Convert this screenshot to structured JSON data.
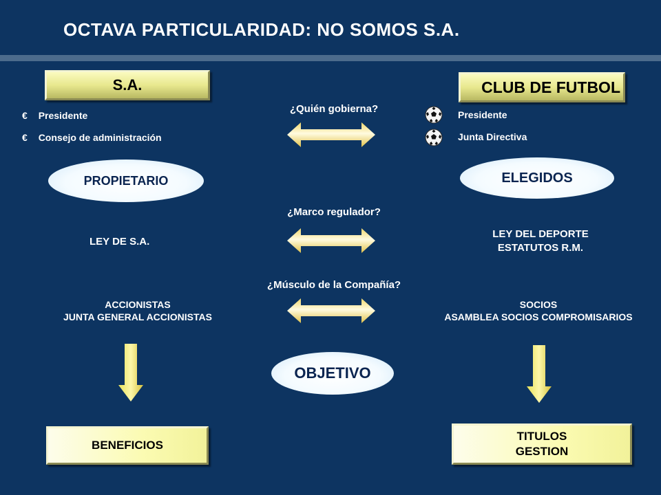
{
  "title": "OCTAVA PARTICULARIDAD: NO SOMOS S.A.",
  "left": {
    "header": "S.A.",
    "items": [
      {
        "bullet": "€",
        "label": "Presidente"
      },
      {
        "bullet": "€",
        "label": "Consejo de administración"
      }
    ],
    "ownership": "PROPIETARIO",
    "regulation": "LEY DE S.A.",
    "muscle_line1": "ACCIONISTAS",
    "muscle_line2": "JUNTA  GENERAL ACCIONISTAS",
    "outcome": "BENEFICIOS"
  },
  "right": {
    "header": "CLUB DE FUTBOL",
    "items": [
      {
        "icon": "soccer-ball-icon",
        "label": "Presidente"
      },
      {
        "icon": "soccer-ball-icon",
        "label": "Junta Directiva"
      }
    ],
    "ownership": "ELEGIDOS",
    "regulation_line1": "LEY DEL DEPORTE",
    "regulation_line2": "ESTATUTOS R.M.",
    "muscle_line1": "SOCIOS",
    "muscle_line2": "ASAMBLEA  SOCIOS COMPROMISARIOS",
    "outcome_line1": "TITULOS",
    "outcome_line2": "GESTION"
  },
  "questions": {
    "governance": "¿Quién gobierna?",
    "regulation": "¿Marco regulador?",
    "muscle": "¿Músculo de la Compañía?"
  },
  "objective": "OBJETIVO",
  "colors": {
    "background": "#0d3461",
    "box_fill": "#e8e88e",
    "arrow_fill": "#f5e97a",
    "ellipse_text": "#0a2450"
  }
}
